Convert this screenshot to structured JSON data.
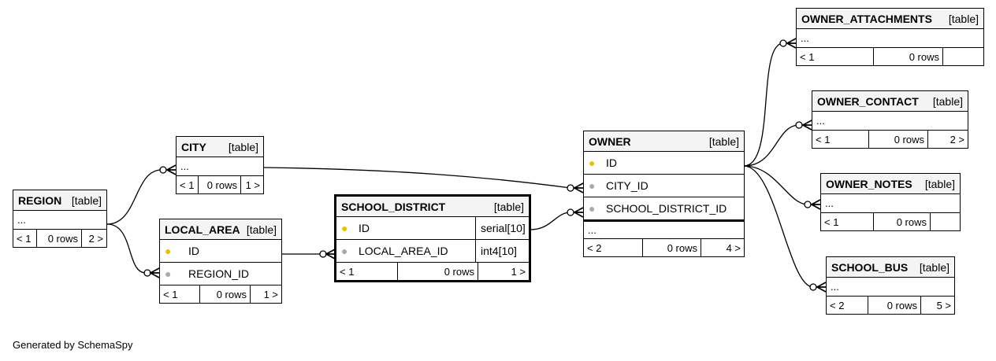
{
  "footer": "Generated by SchemaSpy",
  "type_label": "[table]",
  "ellipsis": "...",
  "tables": {
    "region": {
      "name": "REGION",
      "prev": "< 1",
      "rows": "0 rows",
      "next": "2 >"
    },
    "city": {
      "name": "CITY",
      "prev": "< 1",
      "rows": "0 rows",
      "next": "1 >"
    },
    "local_area": {
      "name": "LOCAL_AREA",
      "columns": [
        {
          "name": "ID",
          "key": "pk"
        },
        {
          "name": "REGION_ID",
          "key": "fk"
        }
      ],
      "prev": "< 1",
      "rows": "0 rows",
      "next": "1 >"
    },
    "school_district": {
      "name": "SCHOOL_DISTRICT",
      "columns": [
        {
          "name": "ID",
          "key": "pk",
          "type": "serial[10]"
        },
        {
          "name": "LOCAL_AREA_ID",
          "key": "fk",
          "type": "int4[10]"
        }
      ],
      "prev": "< 1",
      "rows": "0 rows",
      "next": "1 >"
    },
    "owner": {
      "name": "OWNER",
      "columns": [
        {
          "name": "ID",
          "key": "pk"
        },
        {
          "name": "CITY_ID",
          "key": "fk"
        },
        {
          "name": "SCHOOL_DISTRICT_ID",
          "key": "fk"
        }
      ],
      "prev": "< 2",
      "rows": "0 rows",
      "next": "4 >"
    },
    "owner_attachments": {
      "name": "OWNER_ATTACHMENTS",
      "prev": "< 1",
      "rows": "0 rows",
      "next": ""
    },
    "owner_contact": {
      "name": "OWNER_CONTACT",
      "prev": "< 1",
      "rows": "0 rows",
      "next": "2 >"
    },
    "owner_notes": {
      "name": "OWNER_NOTES",
      "prev": "< 1",
      "rows": "0 rows",
      "next": ""
    },
    "school_bus": {
      "name": "SCHOOL_BUS",
      "prev": "< 2",
      "rows": "0 rows",
      "next": "5 >"
    }
  }
}
